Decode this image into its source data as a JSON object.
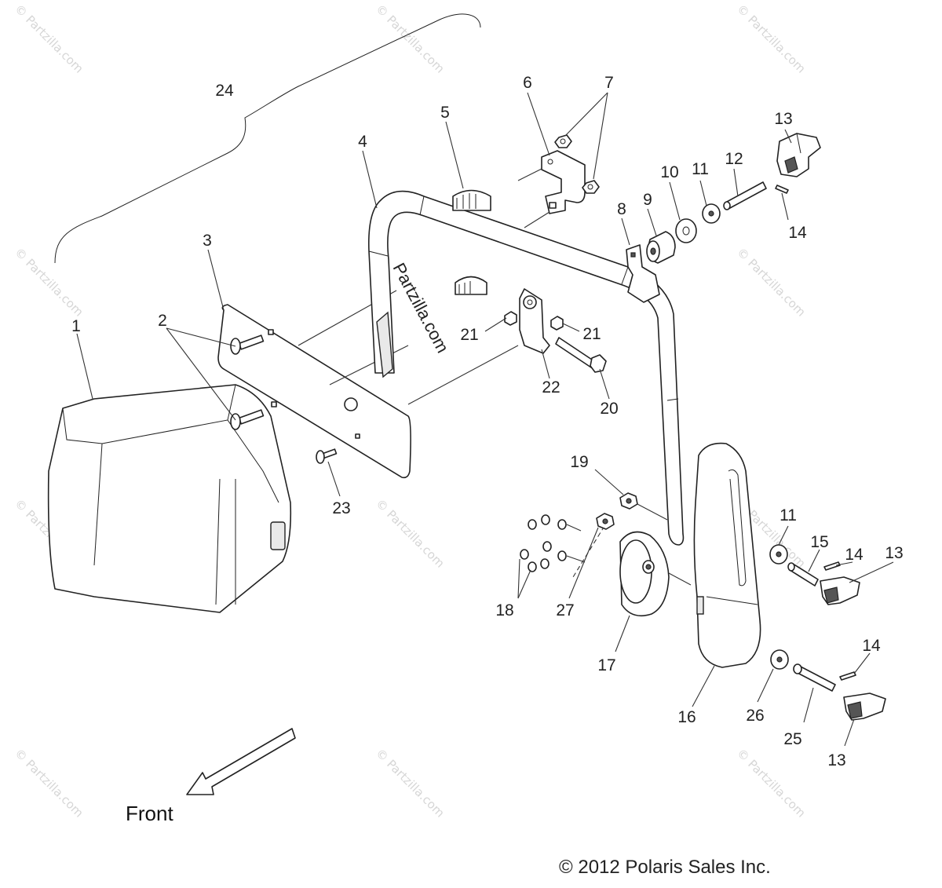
{
  "watermarks": [
    "© Partzilla.com"
  ],
  "diagram_watermark": "Partzilla.com",
  "front_label": "Front",
  "copyright": "© 2012 Polaris Sales Inc.",
  "callouts": [
    "1",
    "2",
    "3",
    "4",
    "5",
    "6",
    "7",
    "8",
    "9",
    "10",
    "11",
    "12",
    "13",
    "14",
    "15",
    "16",
    "17",
    "18",
    "19",
    "20",
    "21",
    "22",
    "23",
    "24",
    "25",
    "26",
    "27"
  ]
}
